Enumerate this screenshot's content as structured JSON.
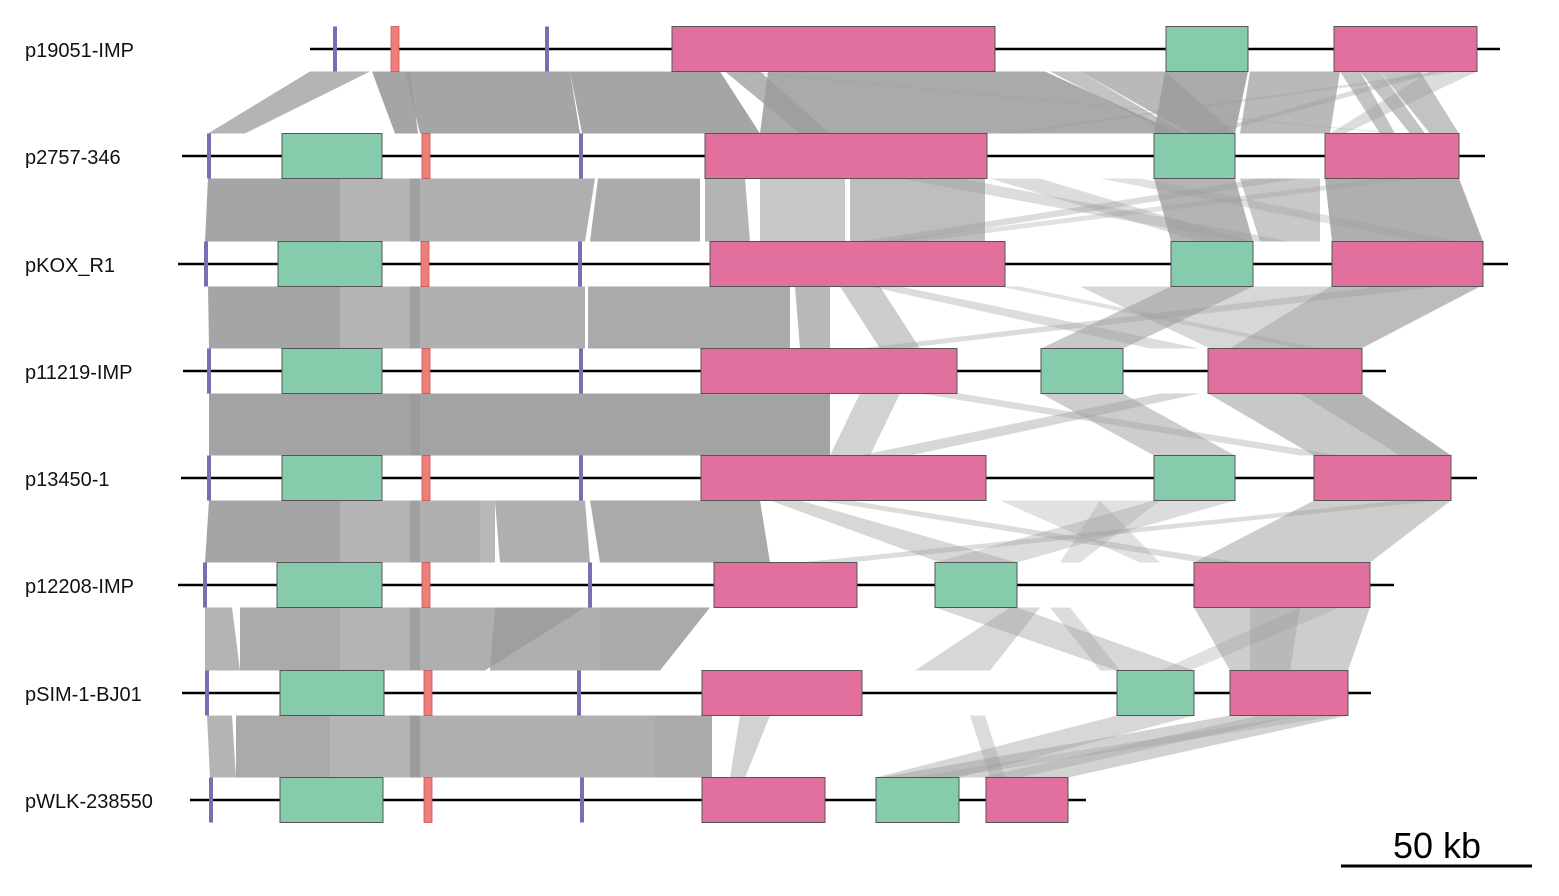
{
  "colors": {
    "background": "#ffffff",
    "backbone": "#000000",
    "module_pink": "#e2709f",
    "module_green": "#86cbab",
    "marker_purple": "#7b6cb3",
    "marker_red": "#ef7d7a",
    "synteny_fill": "#9b9b9b",
    "feature_stroke": "#555555"
  },
  "scale_bar": {
    "label": "50 kb"
  },
  "tracks": [
    {
      "name": "p19051-IMP"
    },
    {
      "name": "p2757-346"
    },
    {
      "name": "pKOX_R1"
    },
    {
      "name": "p11219-IMP"
    },
    {
      "name": "p13450-1"
    },
    {
      "name": "p12208-IMP"
    },
    {
      "name": "pSIM-1-BJ01"
    },
    {
      "name": "pWLK-238550"
    }
  ]
}
